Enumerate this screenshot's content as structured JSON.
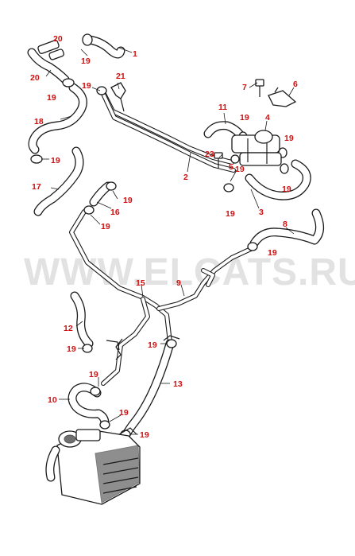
{
  "watermark": "WWW.ELCATS.RU",
  "callouts": [
    {
      "text": "20"
    },
    {
      "text": "19"
    },
    {
      "text": "1"
    },
    {
      "text": "20"
    },
    {
      "text": "19"
    },
    {
      "text": "21"
    },
    {
      "text": "19"
    },
    {
      "text": "7"
    },
    {
      "text": "6"
    },
    {
      "text": "11"
    },
    {
      "text": "19"
    },
    {
      "text": "4"
    },
    {
      "text": "18"
    },
    {
      "text": "19"
    },
    {
      "text": "23"
    },
    {
      "text": "5"
    },
    {
      "text": "19"
    },
    {
      "text": "2"
    },
    {
      "text": "19"
    },
    {
      "text": "17"
    },
    {
      "text": "19"
    },
    {
      "text": "19"
    },
    {
      "text": "3"
    },
    {
      "text": "16"
    },
    {
      "text": "19"
    },
    {
      "text": "19"
    },
    {
      "text": "8"
    },
    {
      "text": "19"
    },
    {
      "text": "15"
    },
    {
      "text": "9"
    },
    {
      "text": "12"
    },
    {
      "text": "19"
    },
    {
      "text": "19"
    },
    {
      "text": "19"
    },
    {
      "text": "13"
    },
    {
      "text": "10"
    },
    {
      "text": "19"
    },
    {
      "text": "19"
    }
  ]
}
